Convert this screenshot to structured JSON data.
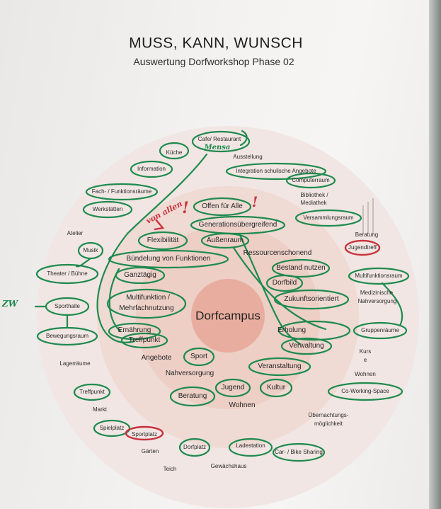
{
  "title": "MUSS, KANN, WUNSCH",
  "subtitle": "Auswertung Dorfworkshop Phase 02",
  "center": "Dorfcampus",
  "inner_ring": {
    "offen_fuer_alle": "Offen für Alle",
    "generationsuebergreifend": "Generationsübergreifend",
    "aussenraum": "Außenraum",
    "flexibilitaet": "Flexibilität",
    "ressourcenschonend": "Ressourcenschonend",
    "buendelung": "Bündelung von Funktionen",
    "ganztaegig": "Ganztägig",
    "bestand_nutzen": "Bestand nutzen",
    "dorfbild": "Dorfbild",
    "multifunktion_1": "Multifunktion /",
    "multifunktion_2": "Mehrfachnutzung",
    "zukunftsorientiert": "Zukunftsorientiert",
    "erholung": "Erholung",
    "ernaehrung": "Ernährung",
    "treffpunkt": "Treffpunkt",
    "verwaltung": "Verwaltung",
    "angebote": "Angebote",
    "sport": "Sport",
    "nahversorgung": "Nahversorgung",
    "veranstaltung": "Veranstaltung",
    "beratung": "Beratung",
    "jugend": "Jugend",
    "kultur": "Kultur",
    "wohnen": "Wohnen"
  },
  "outer_ring": {
    "cafe": "Cafe/ Restaurant",
    "kueche": "Küche",
    "ausstellung": "Ausstellung",
    "information": "Information",
    "integration": "Integration schulische Angebote",
    "computerraum": "Computerraum",
    "fachraeume": "Fach- / Funktionsräume",
    "werkstaetten": "Werkstätten",
    "bibliothek_1": "Bibliothek /",
    "bibliothek_2": "Mediathek",
    "versammlungsraum": "Versammlungsraum",
    "atelier": "Atelier",
    "beratung": "Beratung",
    "musik": "Musik",
    "jugendtreff": "Jugendtreff",
    "theater": "Theater /  Bühne",
    "multifunktionsraum": "Multifunktionsraum",
    "medizinische_1": "Medizinische",
    "medizinische_2": "Nahversorgung",
    "sporthalle": "Sporthalle",
    "bewegungsraum": "Bewegungsraum",
    "gruppenraeume": "Gruppenräume",
    "kurs_1": "Kurs",
    "kurs_2": "e",
    "lagerraeume": "Lagerräume",
    "wohnen": "Wohnen",
    "treffpunkt": "Treffpunkt",
    "coworking": "Co-Working-Space",
    "markt": "Markt",
    "uebernachtung_1": "Übernachtungs-",
    "uebernachtung_2": "möglichkeit",
    "spielplatz": "Spielplatz",
    "sportplatz": "Sportplatz",
    "dorfplatz": "Dorfplatz",
    "ladestation": "Ladestation",
    "carsharing": "Car- / Bike Sharing",
    "gaerten": "Gärten",
    "teich": "Teich",
    "gewaechshaus": "Gewächshaus"
  },
  "handwriting": {
    "von_allen": "von allen",
    "exclamation_1": "!",
    "exclamation_2": "!",
    "mensa": "Mensa",
    "zw": "ZW"
  },
  "colors": {
    "green_marker": "#1e8a4e",
    "red_marker": "#c8323c",
    "outer_ring": "#f1e3de",
    "middle_ring": "#efd6ce",
    "inner_ring": "#edcbc0",
    "core": "#e9aa9a"
  }
}
